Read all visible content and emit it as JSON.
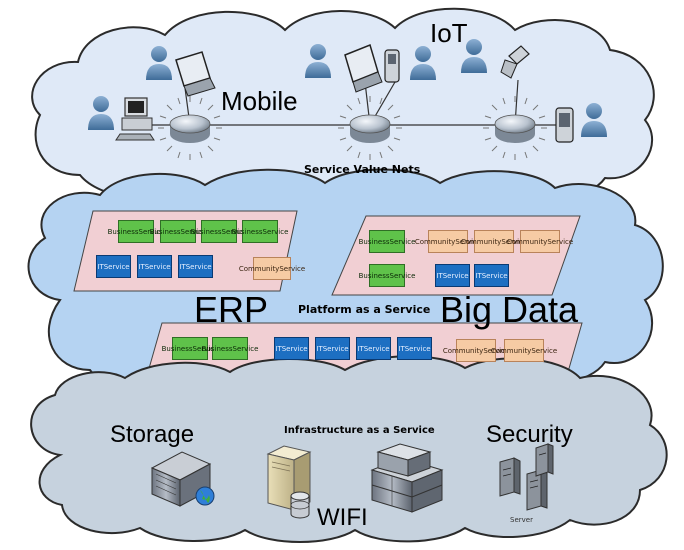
{
  "layers": {
    "top": {
      "caption": "Service Value Nets",
      "tags": {
        "iot": "IoT",
        "mobile": "Mobile"
      }
    },
    "middle": {
      "caption": "Platform as a Service",
      "tags": {
        "erp": "ERP",
        "big_data": "Big Data"
      }
    },
    "bottom": {
      "caption": "Infrastructure as a Service",
      "tags": {
        "storage": "Storage",
        "security": "Security",
        "wifi": "WIFI"
      },
      "server_label": "Server"
    }
  },
  "services": {
    "business": [
      "Business",
      "Service"
    ],
    "it": [
      "IT",
      "Service"
    ],
    "community": [
      "Community",
      "Service"
    ]
  },
  "colors": {
    "top_cloud": "#dfe9f7",
    "middle_cloud": "#b5d3f2",
    "bottom_cloud": "#c6d2de",
    "platform_panel": "#f1cfd3",
    "business": "#5fc24a",
    "it": "#1d6fc2",
    "community": "#f6cba4"
  },
  "icons": [
    "user-icon",
    "laptop-icon",
    "desktop-computer-icon",
    "mobile-phone-icon",
    "network-router-icon",
    "server-icon",
    "globe-icon",
    "database-icon"
  ]
}
